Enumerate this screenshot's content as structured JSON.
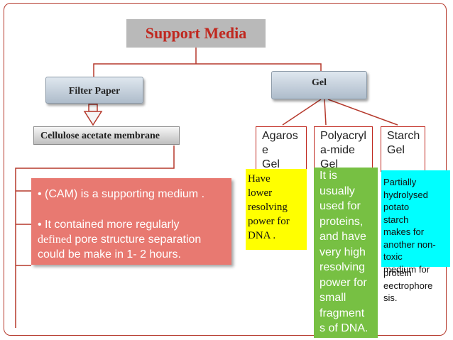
{
  "title": "Support Media",
  "filter_paper": {
    "label": "Filter Paper"
  },
  "gel": {
    "label": "Gel"
  },
  "cam": {
    "label": "Cellulose acetate membrane",
    "bullet1": "• (CAM) is a supporting medium .",
    "bullet2_line1": "• It contained more regularly",
    "bullet2_line2_serif": "defined",
    "bullet2_line2_rest": " pore structure separation",
    "bullet2_line3": "could be make in 1- 2 hours."
  },
  "gel_types": {
    "agarose": {
      "line1": "Agaros",
      "line2": "e",
      "line3": "Gel"
    },
    "polyacrylamide": {
      "line1": "Polyacryl",
      "line2": "a-mide",
      "line3": "Gel"
    },
    "starch": {
      "line1": "Starch",
      "line2": "Gel"
    }
  },
  "notes": {
    "agarose": [
      "Have",
      "lower",
      "resolving",
      "power for",
      "DNA ."
    ],
    "polyacrylamide": [
      "It is",
      "usually",
      "used for",
      "proteins,",
      "and have",
      "very high",
      "resolving",
      "power for",
      "small",
      "fragment",
      "s of DNA."
    ],
    "starch": [
      "Partially",
      "hydrolysed",
      "potato",
      "starch",
      "makes for",
      "another non-",
      "toxic",
      "medium for",
      "protein",
      "eectrophore",
      "sis."
    ]
  },
  "colors": {
    "accent_red": "#c0281f",
    "cam_box": "#e87971",
    "agarose_note": "#ffff00",
    "poly_note": "#77c043",
    "starch_note": "#00ffff"
  }
}
